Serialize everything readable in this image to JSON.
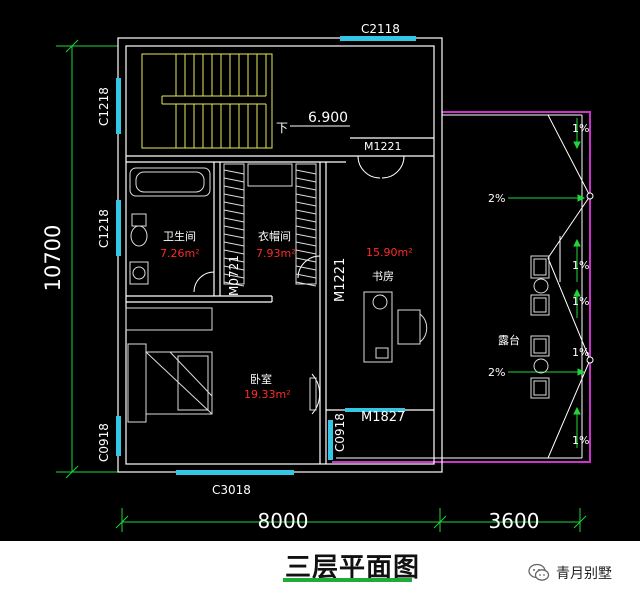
{
  "colors": {
    "background": "#000000",
    "wall": "#ffffff",
    "dimension": "#1fd63a",
    "window": "#34c6e4",
    "stair": "#e8e85a",
    "area_text": "#ff2a2a",
    "terrace_border": "#cc33cc",
    "furniture": "#dddddd"
  },
  "dimensions": {
    "height_total": "10700",
    "width_main": "8000",
    "width_terrace": "3600"
  },
  "windows": {
    "top": "C2118",
    "left_upper": "C1218",
    "left_middle": "C1218",
    "left_lower": "C0918",
    "bottom": "C3018",
    "right_lower": "C0918"
  },
  "doors": {
    "study_top": "M1221",
    "study_left": "M1221",
    "bath_side": "M0721",
    "bottom": "M1827"
  },
  "stair": {
    "direction_label": "下",
    "elevation": "6.900"
  },
  "rooms": {
    "bathroom": {
      "name": "卫生间",
      "area": "7.26m²"
    },
    "closet": {
      "name": "衣帽间",
      "area": "7.93m²"
    },
    "study": {
      "name": "书房",
      "area": "15.90m²"
    },
    "bedroom": {
      "name": "卧室",
      "area": "19.33m²"
    },
    "terrace": {
      "name": "露台"
    }
  },
  "slopes": {
    "top": "1%",
    "left_upper": "2%",
    "right_upper": "1%",
    "mid": "1%",
    "left_lower": "2%",
    "right_lower": "1%",
    "bottom": "1%"
  },
  "caption": "三层平面图",
  "brand": {
    "name": "青月别墅",
    "icon": "wechat-icon"
  }
}
